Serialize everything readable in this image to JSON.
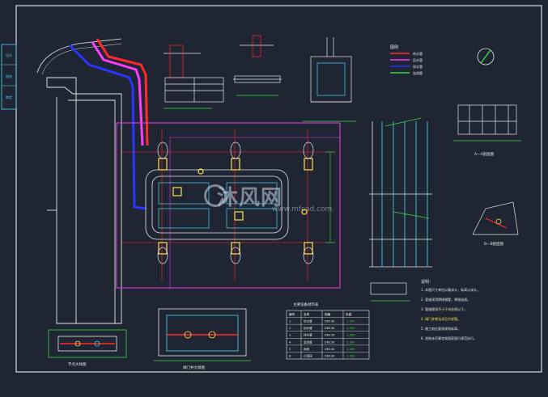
{
  "watermark": {
    "brand": "沐风网",
    "url": "www.mfcad.com"
  },
  "colors": {
    "background": "#1f2532",
    "frame": "#ffffff",
    "pipe_red": "#ff2a2a",
    "pipe_magenta": "#ff3cff",
    "pipe_blue": "#2b35ff",
    "boundary_magenta": "#d23cd2",
    "tank_yellow": "#ffe14a",
    "line_green": "#3cdc3c",
    "line_cyan": "#4ad8e6"
  },
  "labels": {
    "sheet_side_top": "设计",
    "sheet_side_mid": "校核",
    "sheet_side_bot": "审定",
    "legend_title": "图例",
    "legend_red": "给水管",
    "legend_magenta": "回水管",
    "legend_blue": "排水管",
    "legend_green": "溢流管",
    "section_aa": "A—A剖面图",
    "section_bb": "B—B剖面图",
    "detail_title": "节点大样图",
    "valve_detail": "阀门井大样图",
    "table_title": "主要设备材料表",
    "notes_title": "说明："
  },
  "table": {
    "headers": [
      "编号",
      "名称",
      "规格",
      "标高"
    ],
    "rows": [
      [
        "1",
        "给水管",
        "DN100",
        "-1.200"
      ],
      [
        "2",
        "回水管",
        "DN100",
        "-1.200"
      ],
      [
        "3",
        "排水管",
        "DN150",
        "-1.500"
      ],
      [
        "4",
        "溢流管",
        "DN150",
        "-1.500"
      ],
      [
        "5",
        "闸阀",
        "DN100",
        "-1.200"
      ],
      [
        "6",
        "止回阀",
        "DN100",
        "-1.200"
      ]
    ]
  },
  "notes": [
    "1. 本图尺寸单位以毫米计，标高以米计。",
    "2. 管道采用焊接钢管，焊接连接。",
    "3. 管道埋深不小于冰冻线以下。",
    "4. 阀门井做法详见大样图。",
    "5. 施工前应复核现场标高。",
    "6. 其他未尽事宜按国家现行规范执行。"
  ]
}
